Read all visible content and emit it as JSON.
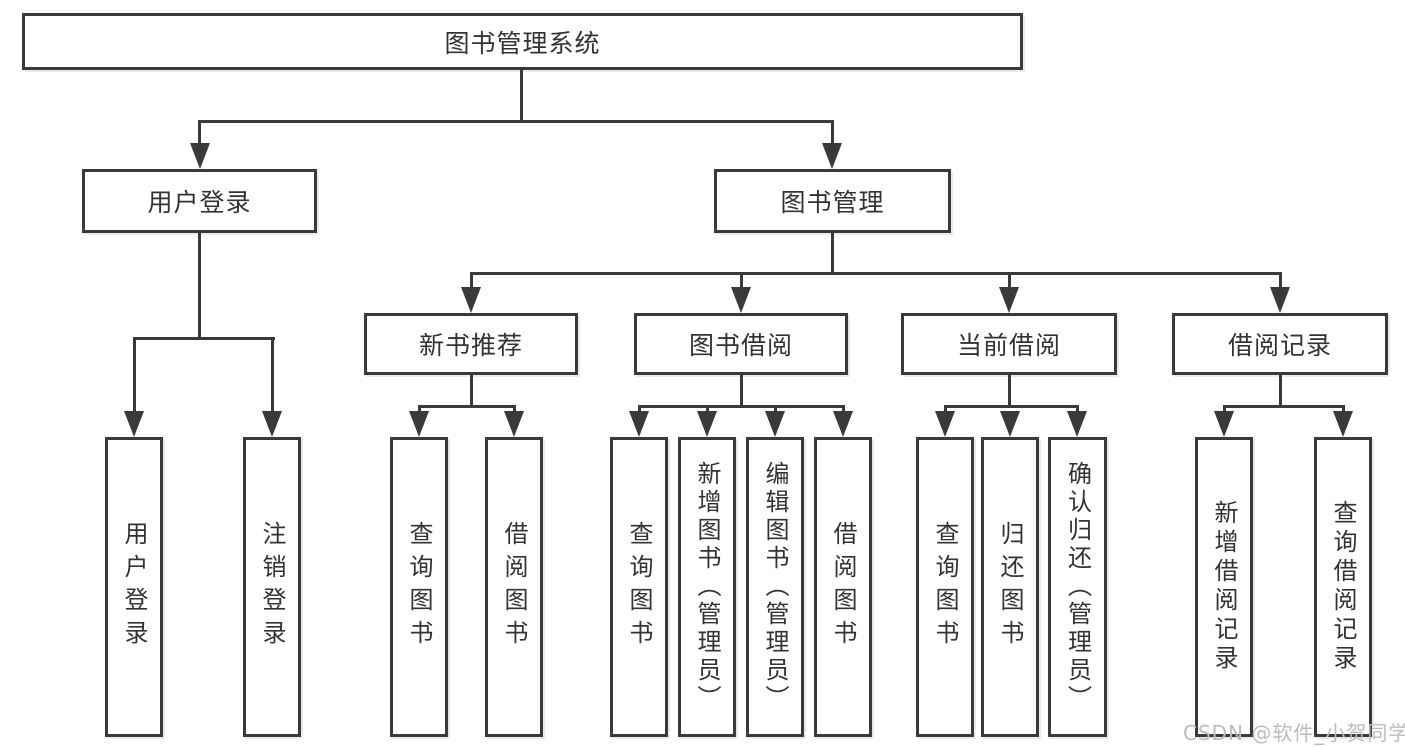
{
  "diagram": {
    "root": {
      "label": "图书管理系统"
    },
    "branches": [
      {
        "label": "用户登录",
        "children": [
          {
            "label": "用户登录"
          },
          {
            "label": "注销登录"
          }
        ]
      },
      {
        "label": "图书管理",
        "children": [
          {
            "label": "新书推荐",
            "children": [
              {
                "label": "查询图书"
              },
              {
                "label": "借阅图书"
              }
            ]
          },
          {
            "label": "图书借阅",
            "children": [
              {
                "label": "查询图书"
              },
              {
                "label": "新增图书（管理员）"
              },
              {
                "label": "编辑图书（管理员）"
              },
              {
                "label": "借阅图书"
              }
            ]
          },
          {
            "label": "当前借阅",
            "children": [
              {
                "label": "查询图书"
              },
              {
                "label": "归还图书"
              },
              {
                "label": "确认归还（管理员）"
              }
            ]
          },
          {
            "label": "借阅记录",
            "children": [
              {
                "label": "新增借阅记录"
              },
              {
                "label": "查询借阅记录"
              }
            ]
          }
        ]
      }
    ]
  },
  "watermark": {
    "text": "CSDN @软件_小贺同学"
  },
  "colors": {
    "line": "#3a3a3a",
    "text": "#333333",
    "watermark": "#bcbcbc",
    "background": "#ffffff"
  }
}
